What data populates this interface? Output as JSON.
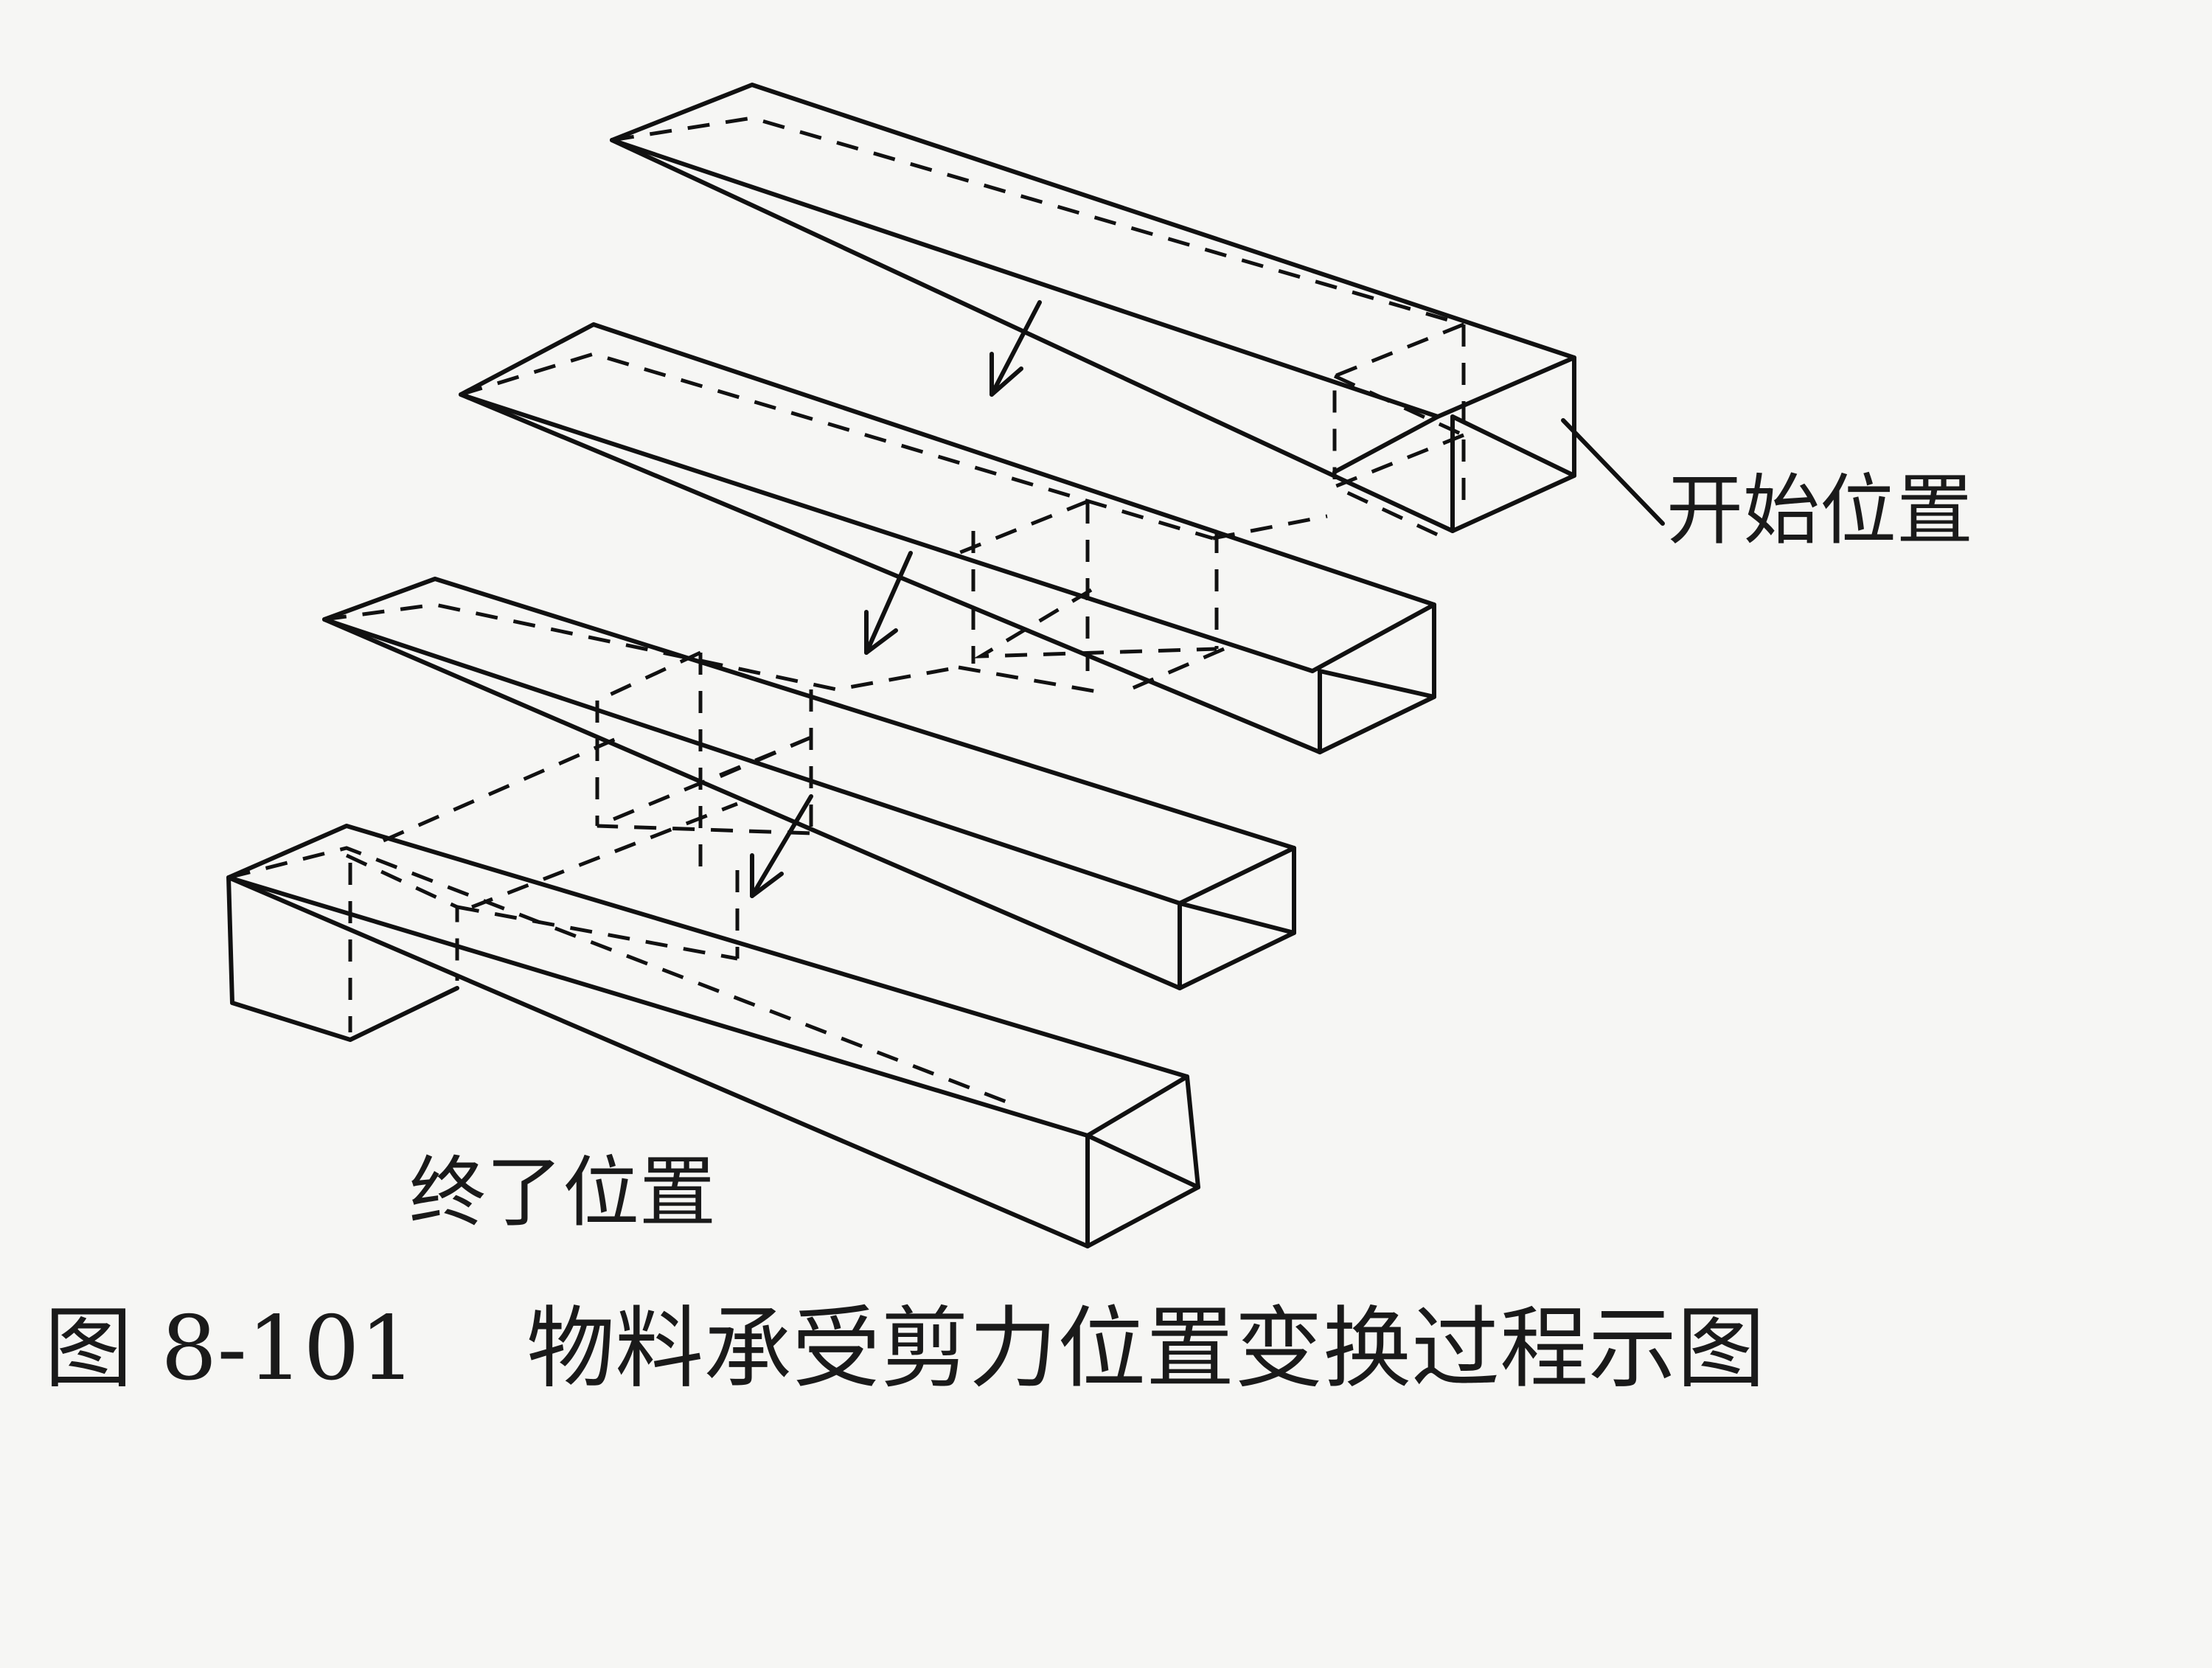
{
  "labels": {
    "start": "开始位置",
    "end": "终了位置"
  },
  "caption": {
    "figure_number": "图 8-101",
    "title": "物料承受剪力位置变换过程示图"
  },
  "colors": {
    "ink": "#111111",
    "paper": "#f6f6f4"
  }
}
